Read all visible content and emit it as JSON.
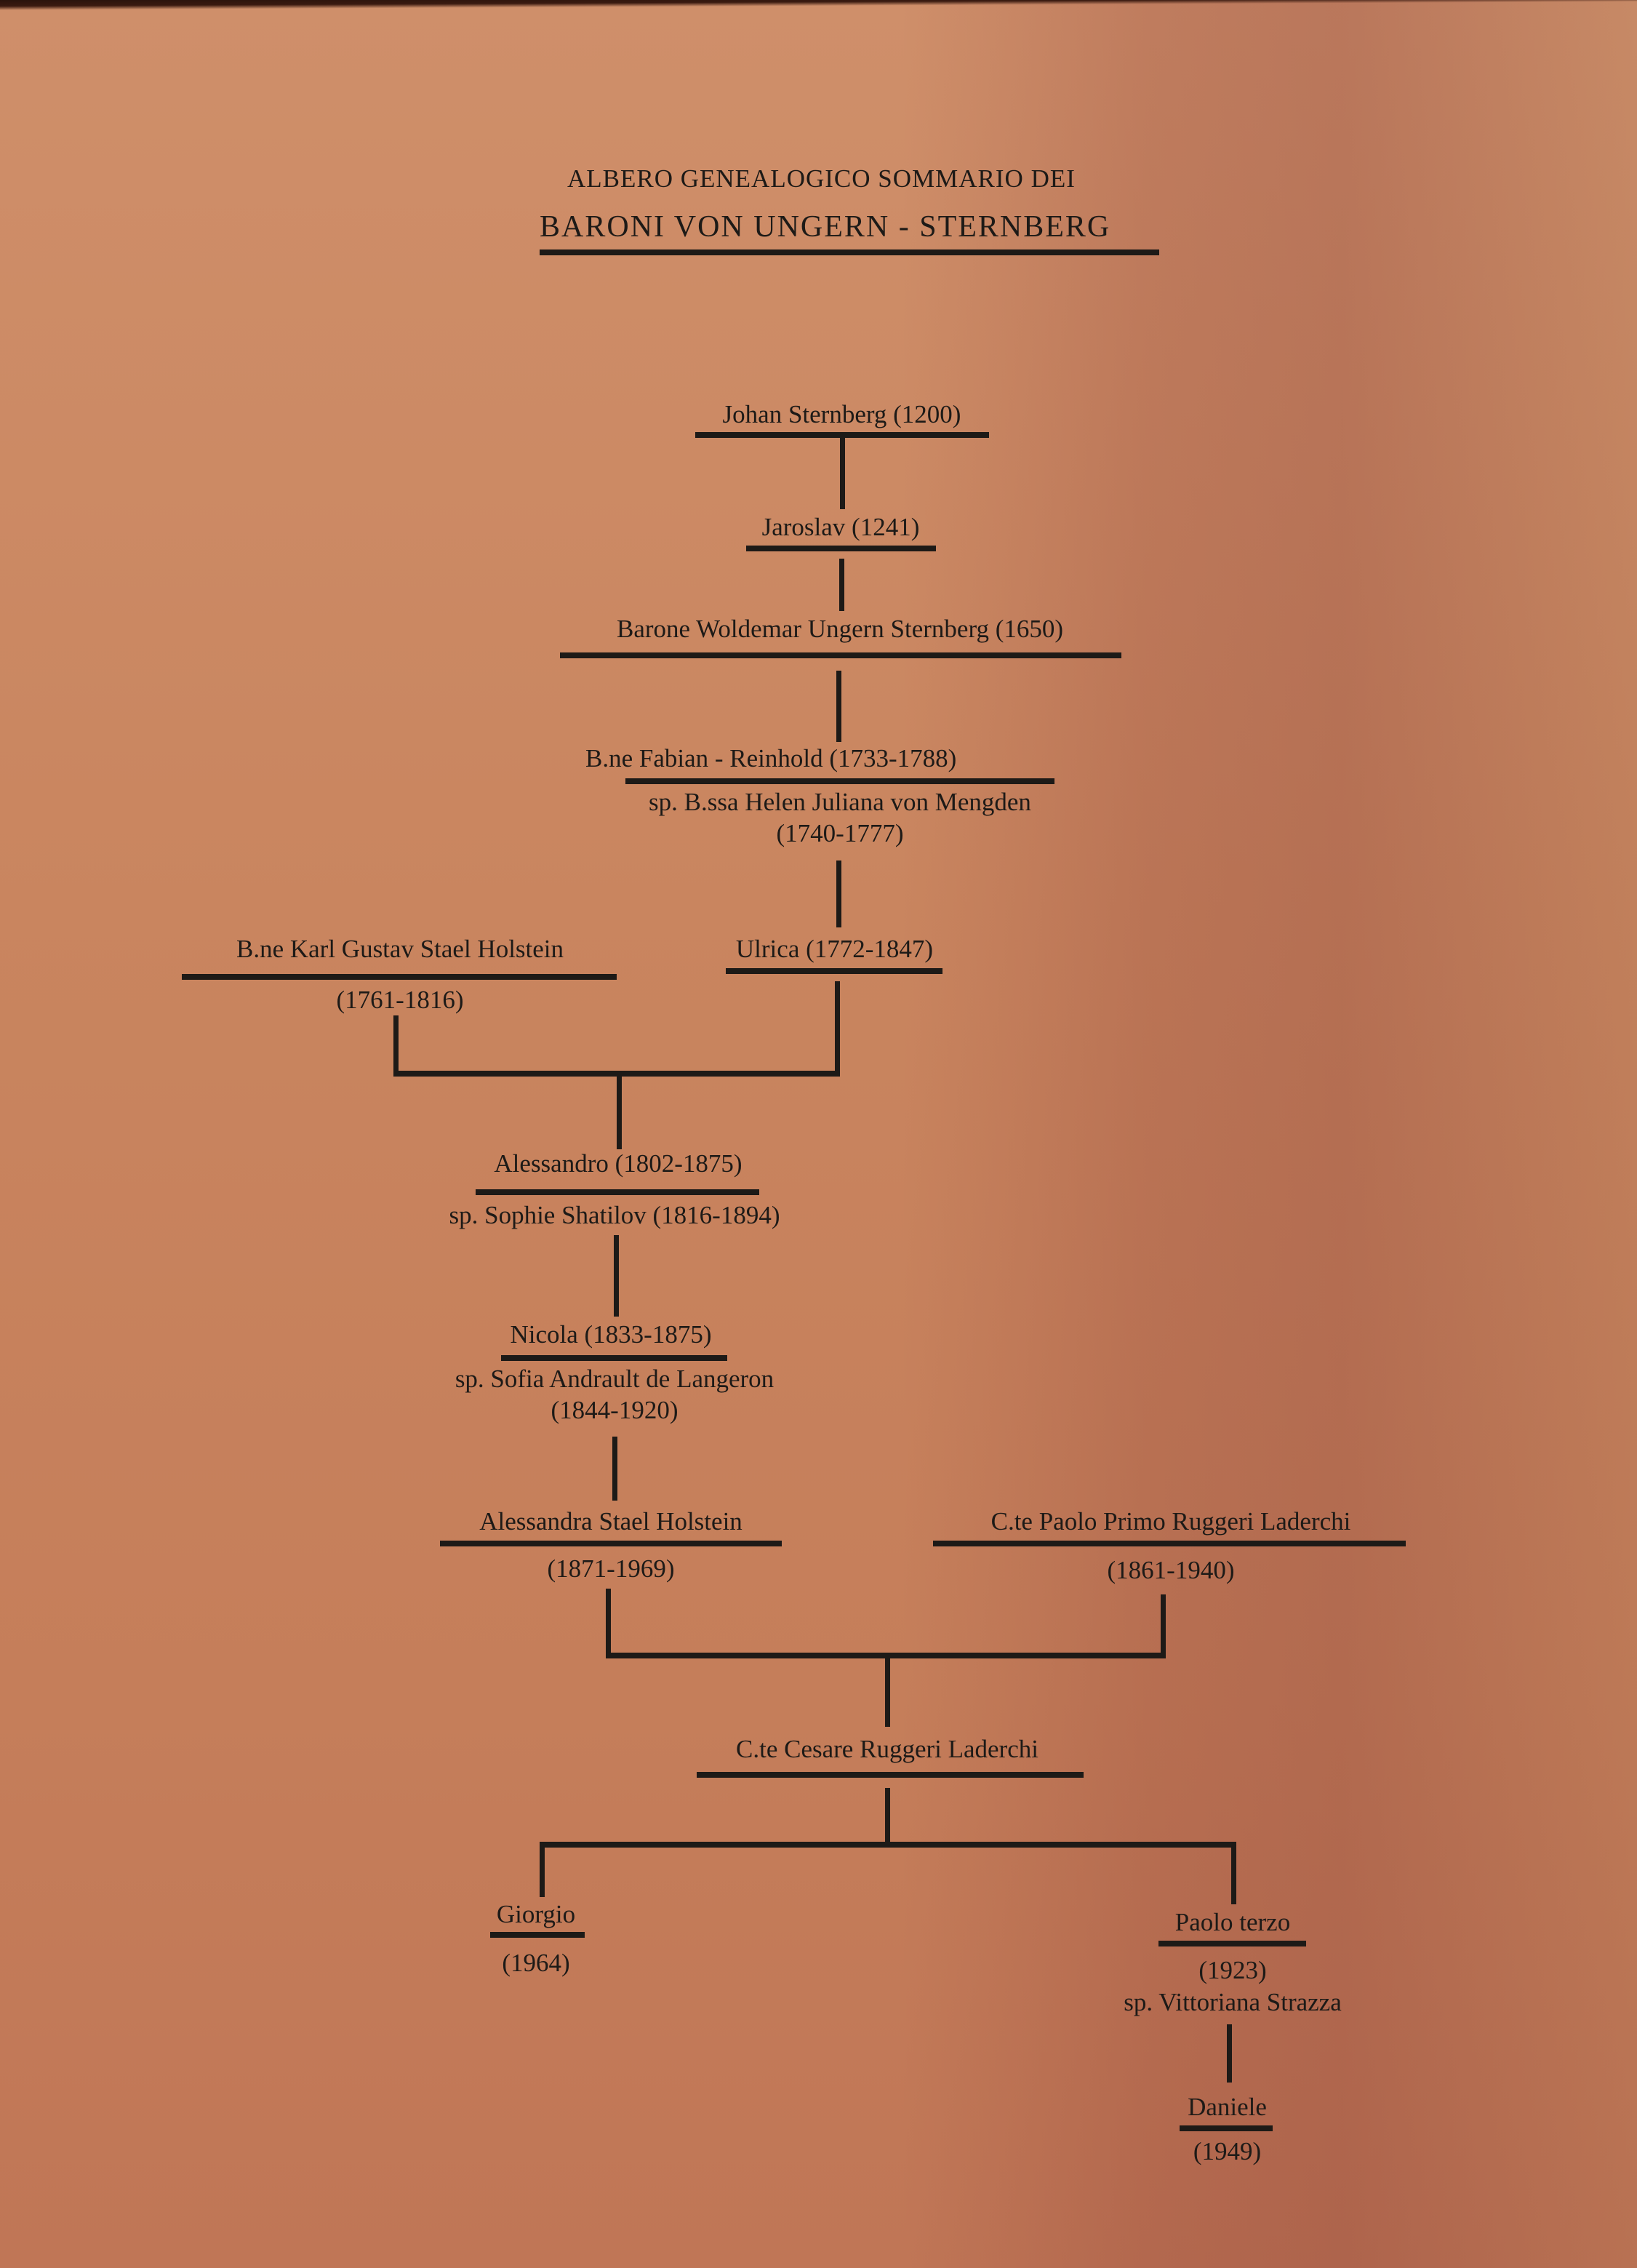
{
  "document": {
    "title_line1": "ALBERO GENEALOGICO SOMMARIO DEI",
    "title_line2": "BARONI VON UNGERN - STERNBERG",
    "background_color": "#c9855f",
    "ink_color": "#1d1a17"
  },
  "tree": {
    "johan": {
      "name": "Johan Sternberg (1200)"
    },
    "jaroslav": {
      "name": "Jaroslav (1241)"
    },
    "woldemar": {
      "name": "Barone Woldemar Ungern Sternberg (1650)"
    },
    "fabian": {
      "name": "B.ne Fabian - Reinhold (1733-1788)",
      "spouse": "sp. B.ssa Helen Juliana von Mengden",
      "spouse_dates": "(1740-1777)"
    },
    "karl_gustav": {
      "name": "B.ne Karl Gustav  Stael Holstein",
      "dates": "(1761-1816)"
    },
    "ulrica": {
      "name": "Ulrica (1772-1847)"
    },
    "alessandro": {
      "name": "Alessandro (1802-1875)",
      "spouse": "sp. Sophie Shatilov (1816-1894)"
    },
    "nicola": {
      "name": "Nicola (1833-1875)",
      "spouse": "sp. Sofia Andrault de Langeron",
      "spouse_dates": "(1844-1920)"
    },
    "alessandra": {
      "name": "Alessandra Stael Holstein",
      "dates": "(1871-1969)"
    },
    "paolo_primo": {
      "name": "C.te Paolo Primo Ruggeri Laderchi",
      "dates": "(1861-1940)"
    },
    "cesare": {
      "name": "C.te Cesare Ruggeri Laderchi"
    },
    "giorgio": {
      "name": "Giorgio",
      "dates": "(1964)"
    },
    "paolo_terzo": {
      "name": "Paolo terzo",
      "dates": "(1923)",
      "spouse": "sp. Vittoriana Strazza"
    },
    "daniele": {
      "name": "Daniele",
      "dates": "(1949)"
    }
  }
}
